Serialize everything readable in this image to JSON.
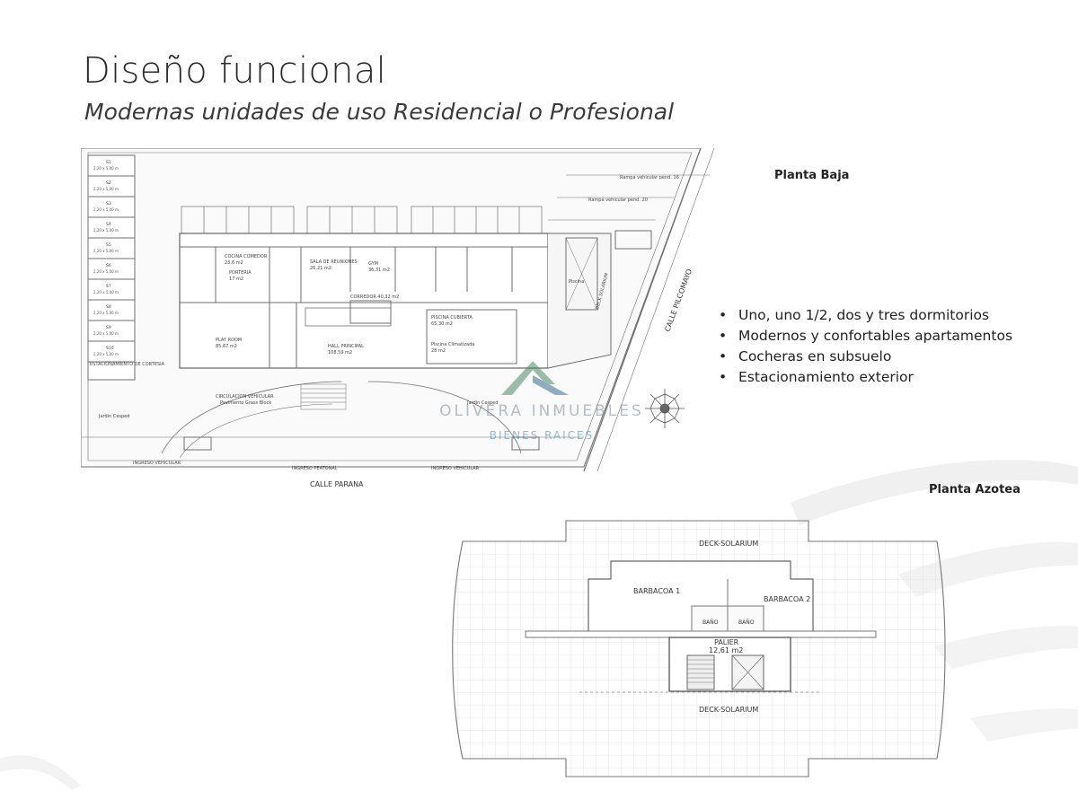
{
  "header": {
    "title": "Diseño funcional",
    "subtitle": "Modernas unidades de uso Residencial o Profesional"
  },
  "planta_baja": {
    "label": "Planta Baja",
    "streets": {
      "parana": "CALLE PARANA",
      "pilcomayo": "CALLE PILCOMAYO"
    },
    "rooms": {
      "play_room": "PLAY ROOM",
      "play_room_area": "85,67 m2",
      "hall": "HALL PRINCIPAL",
      "hall_area": "108,59 m2",
      "gym": "GYM",
      "gym_area": "36,31 m2",
      "sala": "SALA DE REUNIONES",
      "sala_area": "26,21 m2",
      "cocina": "COCINA COMEDOR",
      "cocina_area": "23,6 m2",
      "porteria": "PORTERIA",
      "porteria_area": "17 m2",
      "piscina_cubierta": "PISCINA CUBIERTA",
      "piscina_cubierta_area": "65,30 m2",
      "piscina_climatizada": "Piscina Climatizada",
      "piscina_climatizada_area": "28 m2",
      "piscina": "Piscina",
      "corredor": "CORREDOR 40,32 m2",
      "deck_solarium": "DECK SOLARIUM",
      "circulacion": "CIRCULACION VEHICULAR",
      "pavimento": "Pavimento Grass Block",
      "jardin_cesped": "Jardin Cesped",
      "ingreso_vehicular": "INGRESO VEHICULAR",
      "ingreso_peatonal": "INGRESO PEATONAL",
      "estacionamiento": "ESTACIONAMIENTO DE CORTESIA",
      "rampa": "Rampa vehicular pend. 16",
      "rampa2": "Rampa vehicular pend. 20"
    },
    "parking_spaces": [
      "S1",
      "S2",
      "S3",
      "S4",
      "S5",
      "S6",
      "S7",
      "S8",
      "S9",
      "S10"
    ],
    "parking_size": "2,20 x 5,00 m"
  },
  "planta_azotea": {
    "label": "Planta Azotea",
    "deck_top": "DECK-SOLARIUM",
    "deck_bottom": "DECK-SOLARIUM",
    "barbacoa1": "BARBACOA 1",
    "barbacoa2": "BARBACOA 2",
    "bano1": "BAÑO",
    "bano2": "BAÑO",
    "palier": "PALIER",
    "palier_area": "12,61 m2"
  },
  "features": [
    "Uno, uno 1/2, dos y tres dormitorios",
    "Modernos y confortables apartamentos",
    "Cocheras en subsuelo",
    "Estacionamiento exterior"
  ],
  "watermark": {
    "name": "OLIVERA INMUEBLES",
    "tagline": "BIENES RAICES"
  },
  "colors": {
    "line": "#6f6f6f",
    "accent_green": "#4f8a6a",
    "accent_blue": "#3b6f92",
    "swoosh": "#eeeeee"
  }
}
